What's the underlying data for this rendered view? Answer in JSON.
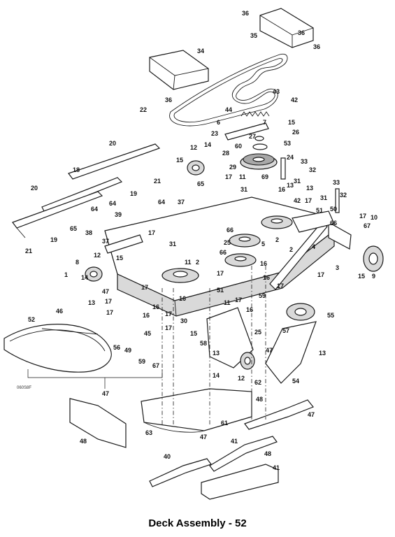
{
  "caption": "Deck Assembly - 52",
  "drawing_code": "060S8F",
  "callouts": [
    {
      "id": "c1",
      "text": "36"
    },
    {
      "id": "c2",
      "text": "35"
    },
    {
      "id": "c3",
      "text": "36"
    },
    {
      "id": "c4",
      "text": "36"
    },
    {
      "id": "c5",
      "text": "34"
    },
    {
      "id": "c6",
      "text": "36"
    },
    {
      "id": "c7",
      "text": "22"
    },
    {
      "id": "c8",
      "text": "43"
    },
    {
      "id": "c9",
      "text": "42"
    },
    {
      "id": "c10",
      "text": "44"
    },
    {
      "id": "c11",
      "text": "6"
    },
    {
      "id": "c12",
      "text": "7"
    },
    {
      "id": "c13",
      "text": "15"
    },
    {
      "id": "c14",
      "text": "23"
    },
    {
      "id": "c15",
      "text": "26"
    },
    {
      "id": "c16",
      "text": "27"
    },
    {
      "id": "c17",
      "text": "53"
    },
    {
      "id": "c18",
      "text": "60"
    },
    {
      "id": "c19",
      "text": "28"
    },
    {
      "id": "c20",
      "text": "24"
    },
    {
      "id": "c21",
      "text": "33"
    },
    {
      "id": "c22",
      "text": "29"
    },
    {
      "id": "c23",
      "text": "32"
    },
    {
      "id": "c24",
      "text": "69"
    },
    {
      "id": "c25",
      "text": "31"
    },
    {
      "id": "c26",
      "text": "20"
    },
    {
      "id": "c27",
      "text": "12"
    },
    {
      "id": "c28",
      "text": "14"
    },
    {
      "id": "c29",
      "text": "15"
    },
    {
      "id": "c30",
      "text": "18"
    },
    {
      "id": "c31",
      "text": "21"
    },
    {
      "id": "c32",
      "text": "65"
    },
    {
      "id": "c33",
      "text": "17"
    },
    {
      "id": "c34",
      "text": "11"
    },
    {
      "id": "c35",
      "text": "13"
    },
    {
      "id": "c36",
      "text": "16"
    },
    {
      "id": "c37",
      "text": "20"
    },
    {
      "id": "c38",
      "text": "19"
    },
    {
      "id": "c39",
      "text": "64"
    },
    {
      "id": "c40",
      "text": "37"
    },
    {
      "id": "c41",
      "text": "31"
    },
    {
      "id": "c42",
      "text": "42"
    },
    {
      "id": "c43",
      "text": "33"
    },
    {
      "id": "c44",
      "text": "31"
    },
    {
      "id": "c45",
      "text": "17"
    },
    {
      "id": "c46",
      "text": "32"
    },
    {
      "id": "c47",
      "text": "64"
    },
    {
      "id": "c48",
      "text": "64"
    },
    {
      "id": "c49",
      "text": "39"
    },
    {
      "id": "c50",
      "text": "65"
    },
    {
      "id": "c51",
      "text": "38"
    },
    {
      "id": "c52",
      "text": "19"
    },
    {
      "id": "c53",
      "text": "21"
    },
    {
      "id": "c54",
      "text": "37"
    },
    {
      "id": "c55",
      "text": "51"
    },
    {
      "id": "c56",
      "text": "13"
    },
    {
      "id": "c57",
      "text": "50"
    },
    {
      "id": "c58",
      "text": "17"
    },
    {
      "id": "c59",
      "text": "10"
    },
    {
      "id": "c60",
      "text": "66"
    },
    {
      "id": "c61",
      "text": "66"
    },
    {
      "id": "c62",
      "text": "67"
    },
    {
      "id": "c63",
      "text": "2"
    },
    {
      "id": "c64",
      "text": "17"
    },
    {
      "id": "c65",
      "text": "25"
    },
    {
      "id": "c66",
      "text": "5"
    },
    {
      "id": "c67",
      "text": "2"
    },
    {
      "id": "c68",
      "text": "31"
    },
    {
      "id": "c69",
      "text": "66"
    },
    {
      "id": "c70",
      "text": "4"
    },
    {
      "id": "c71",
      "text": "16"
    },
    {
      "id": "c72",
      "text": "3"
    },
    {
      "id": "c73",
      "text": "15"
    },
    {
      "id": "c74",
      "text": "9"
    },
    {
      "id": "c75",
      "text": "8"
    },
    {
      "id": "c76",
      "text": "12"
    },
    {
      "id": "c77",
      "text": "15"
    },
    {
      "id": "c78",
      "text": "11"
    },
    {
      "id": "c79",
      "text": "2"
    },
    {
      "id": "c80",
      "text": "17"
    },
    {
      "id": "c81",
      "text": "17"
    },
    {
      "id": "c82",
      "text": "1"
    },
    {
      "id": "c83",
      "text": "14"
    },
    {
      "id": "c84",
      "text": "16"
    },
    {
      "id": "c85",
      "text": "47"
    },
    {
      "id": "c86",
      "text": "17"
    },
    {
      "id": "c87",
      "text": "51"
    },
    {
      "id": "c88",
      "text": "17"
    },
    {
      "id": "c89",
      "text": "17"
    },
    {
      "id": "c90",
      "text": "13"
    },
    {
      "id": "c91",
      "text": "16"
    },
    {
      "id": "c92",
      "text": "17"
    },
    {
      "id": "c93",
      "text": "11"
    },
    {
      "id": "c94",
      "text": "59"
    },
    {
      "id": "c95",
      "text": "46"
    },
    {
      "id": "c96",
      "text": "17"
    },
    {
      "id": "c97",
      "text": "16"
    },
    {
      "id": "c98",
      "text": "16"
    },
    {
      "id": "c99",
      "text": "17"
    },
    {
      "id": "c100",
      "text": "16"
    },
    {
      "id": "c101",
      "text": "17"
    },
    {
      "id": "c102",
      "text": "30"
    },
    {
      "id": "c103",
      "text": "55"
    },
    {
      "id": "c104",
      "text": "52"
    },
    {
      "id": "c105",
      "text": "45"
    },
    {
      "id": "c106",
      "text": "15"
    },
    {
      "id": "c107",
      "text": "25"
    },
    {
      "id": "c108",
      "text": "57"
    },
    {
      "id": "c109",
      "text": "56"
    },
    {
      "id": "c110",
      "text": "49"
    },
    {
      "id": "c111",
      "text": "58"
    },
    {
      "id": "c112",
      "text": "59"
    },
    {
      "id": "c113",
      "text": "67"
    },
    {
      "id": "c114",
      "text": "13"
    },
    {
      "id": "c115",
      "text": "47"
    },
    {
      "id": "c116",
      "text": "13"
    },
    {
      "id": "c117",
      "text": "14"
    },
    {
      "id": "c118",
      "text": "12"
    },
    {
      "id": "c119",
      "text": "62"
    },
    {
      "id": "c120",
      "text": "54"
    },
    {
      "id": "c121",
      "text": "47"
    },
    {
      "id": "c122",
      "text": "48"
    },
    {
      "id": "c123",
      "text": "47"
    },
    {
      "id": "c124",
      "text": "61"
    },
    {
      "id": "c125",
      "text": "47"
    },
    {
      "id": "c126",
      "text": "63"
    },
    {
      "id": "c127",
      "text": "48"
    },
    {
      "id": "c128",
      "text": "41"
    },
    {
      "id": "c129",
      "text": "48"
    },
    {
      "id": "c130",
      "text": "40"
    },
    {
      "id": "c131",
      "text": "41"
    }
  ]
}
